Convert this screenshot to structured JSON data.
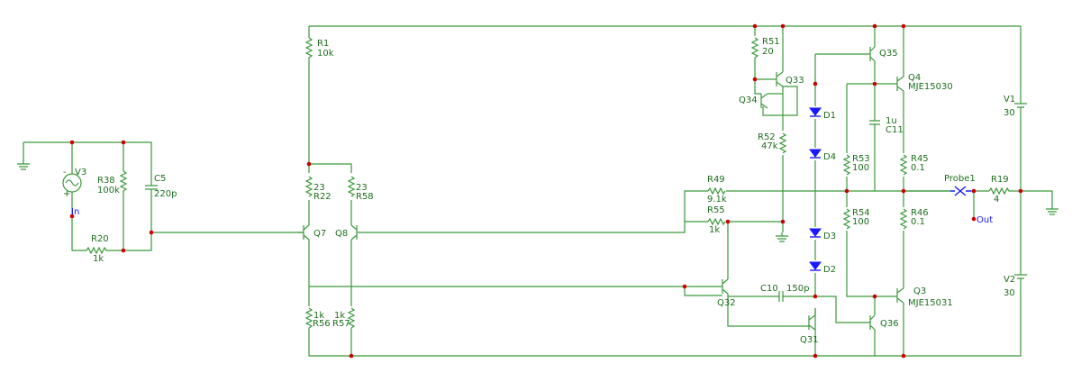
{
  "components": {
    "V3": {
      "name": "V3",
      "pol_minus": "-",
      "pol_plus": "+"
    },
    "R38": {
      "name": "R38",
      "value": "100k"
    },
    "C5": {
      "name": "C5",
      "value": "220p"
    },
    "R20": {
      "name": "R20",
      "value": "1k"
    },
    "In": {
      "name": "In"
    },
    "R1": {
      "name": "R1",
      "value": "10k"
    },
    "R22": {
      "name": "R22",
      "value": "23"
    },
    "R58": {
      "name": "R58",
      "value": "23"
    },
    "Q7": {
      "name": "Q7"
    },
    "Q8": {
      "name": "Q8"
    },
    "R56": {
      "name": "R56",
      "value": "1k"
    },
    "R57": {
      "name": "R57",
      "value": "1k"
    },
    "R51": {
      "name": "R51",
      "value": "20"
    },
    "Q33": {
      "name": "Q33"
    },
    "Q34": {
      "name": "Q34"
    },
    "R52": {
      "name": "R52",
      "value": "47k"
    },
    "D1": {
      "name": "D1"
    },
    "D4": {
      "name": "D4"
    },
    "D3": {
      "name": "D3"
    },
    "D2": {
      "name": "D2"
    },
    "Q35": {
      "name": "Q35"
    },
    "Q4": {
      "name": "Q4",
      "part": "MJE15030"
    },
    "C11": {
      "name": "C11",
      "value": "1u"
    },
    "R53": {
      "name": "R53",
      "value": "100"
    },
    "R45": {
      "name": "R45",
      "value": "0.1"
    },
    "R49": {
      "name": "R49",
      "value": "9.1k"
    },
    "R55": {
      "name": "R55",
      "value": "1k"
    },
    "R54": {
      "name": "R54",
      "value": "100"
    },
    "R46": {
      "name": "R46",
      "value": "0.1"
    },
    "Probe1": {
      "name": "Probe1"
    },
    "R19": {
      "name": "R19",
      "value": "4"
    },
    "Out": {
      "name": "Out"
    },
    "V1": {
      "name": "V1",
      "value": "30"
    },
    "V2": {
      "name": "V2",
      "value": "30"
    },
    "Q32": {
      "name": "Q32"
    },
    "C10": {
      "name": "C10",
      "value": "150p"
    },
    "Q31": {
      "name": "Q31"
    },
    "Q36": {
      "name": "Q36"
    },
    "Q3": {
      "name": "Q3",
      "part": "MJE15031"
    }
  }
}
